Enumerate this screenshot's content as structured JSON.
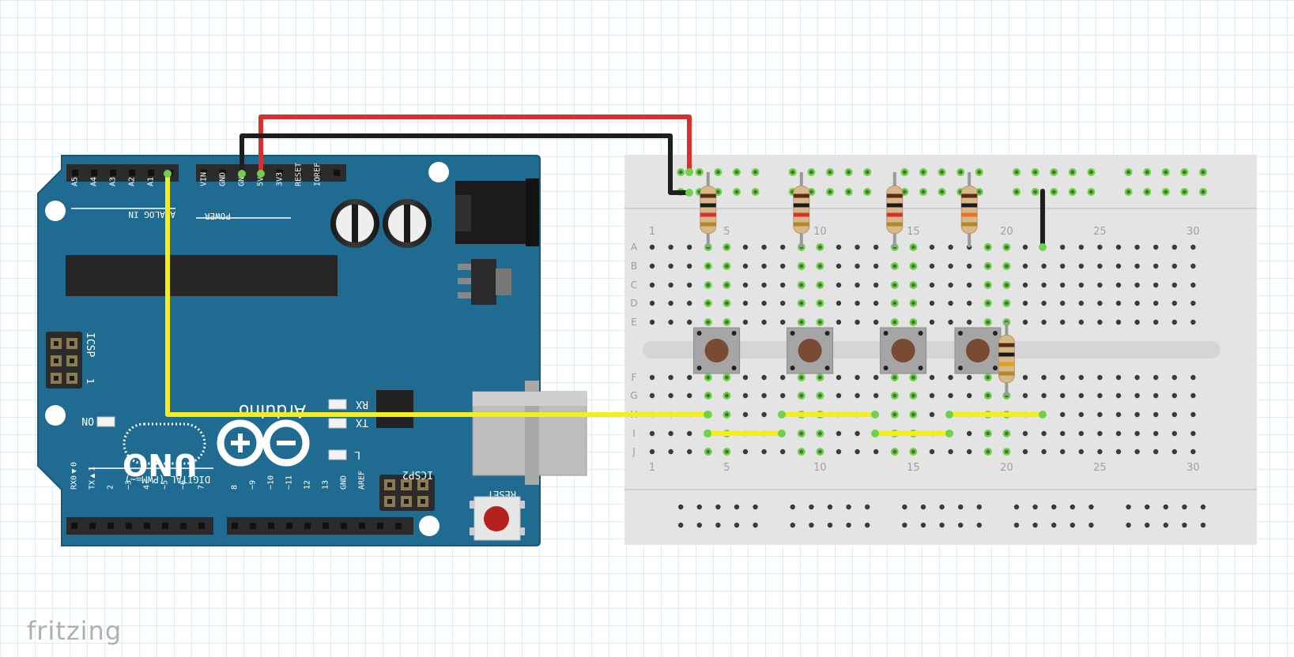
{
  "app": {
    "brand": "fritzing"
  },
  "arduino": {
    "model": "UNO",
    "name": "Arduino",
    "analog_header": "ANALOG IN",
    "analog_pins": [
      "A5",
      "A4",
      "A3",
      "A2",
      "A1"
    ],
    "power_header": "POWER",
    "power_pins": [
      "VIN",
      "GND",
      "GND",
      "5V",
      "3V3",
      "RESET",
      "IOREF"
    ],
    "digital_header": "DIGITAL (PWM=~)",
    "digital_pins_low": [
      "RX0◀0",
      "TX▶1",
      "2",
      "~3",
      "4",
      "~5",
      "~6",
      "7"
    ],
    "digital_pins_high": [
      "8",
      "~9",
      "~10",
      "~11",
      "12",
      "13",
      "GND",
      "AREF"
    ],
    "icsp": "ICSP",
    "icsp2": "ICSP2",
    "icsp_one": "1",
    "reset": "RESET",
    "led_on": "ON",
    "led_rx": "RX",
    "led_tx": "TX",
    "led_l": "L",
    "board_color": "#1f6b91",
    "header_color": "#2b2b2b"
  },
  "breadboard": {
    "rows_top": [
      "A",
      "B",
      "C",
      "D",
      "E"
    ],
    "rows_bottom": [
      "F",
      "G",
      "H",
      "I",
      "J"
    ],
    "column_labels_top": [
      "1",
      "5",
      "10",
      "15",
      "20",
      "25",
      "30"
    ],
    "column_labels_bottom": [
      "1",
      "5",
      "10",
      "15",
      "20",
      "25",
      "30"
    ],
    "body_color": "#e4e4e4",
    "active_hole_color": "#6fd14a"
  },
  "wire_colors": {
    "red": "#d8302a",
    "black": "#1e1e1e",
    "yellow": "#f5ee1a"
  },
  "components": {
    "resistors": 5,
    "pushbuttons": 4
  }
}
